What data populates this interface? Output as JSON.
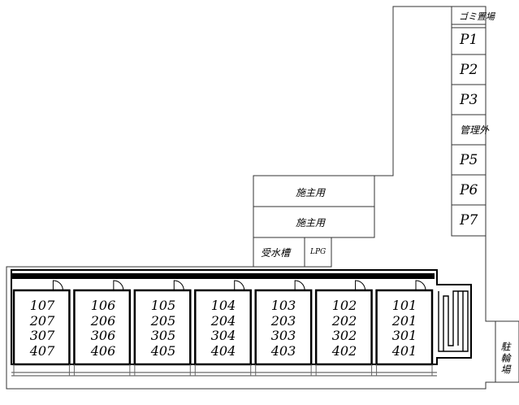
{
  "labels": {
    "garbage": "ゴミ置場",
    "p1": "P1",
    "p2": "P2",
    "p3": "P3",
    "management": "管理外",
    "p5": "P5",
    "p6": "P6",
    "p7": "P7",
    "owner_use_1": "施主用",
    "owner_use_2": "施主用",
    "water_tank": "受水槽",
    "lpg": "LPG",
    "bicycle_parking": "駐輪場"
  },
  "units": [
    {
      "rooms": [
        "107",
        "207",
        "307",
        "407"
      ]
    },
    {
      "rooms": [
        "106",
        "206",
        "306",
        "406"
      ]
    },
    {
      "rooms": [
        "105",
        "205",
        "305",
        "405"
      ]
    },
    {
      "rooms": [
        "104",
        "204",
        "304",
        "404"
      ]
    },
    {
      "rooms": [
        "103",
        "203",
        "303",
        "403"
      ]
    },
    {
      "rooms": [
        "102",
        "202",
        "302",
        "402"
      ]
    },
    {
      "rooms": [
        "101",
        "201",
        "301",
        "401"
      ]
    }
  ]
}
